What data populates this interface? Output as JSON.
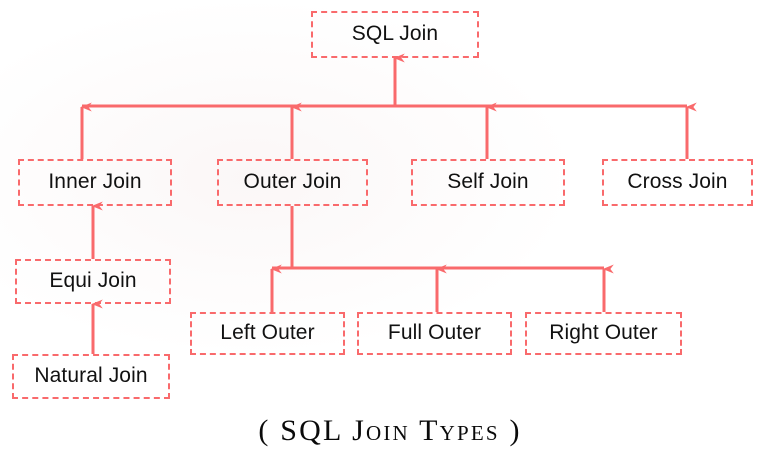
{
  "diagram": {
    "title": "SQL Join",
    "caption": "( SQL Join Types )",
    "accent_color": "#f96a6c",
    "text_color": "#111111",
    "background_color": "#ffffff",
    "nodes": {
      "root": "SQL Join",
      "inner_join": "Inner Join",
      "outer_join": "Outer Join",
      "self_join": "Self Join",
      "cross_join": "Cross Join",
      "equi_join": "Equi Join",
      "natural_join": "Natural Join",
      "left_outer": "Left Outer",
      "full_outer": "Full Outer",
      "right_outer": "Right Outer"
    }
  }
}
